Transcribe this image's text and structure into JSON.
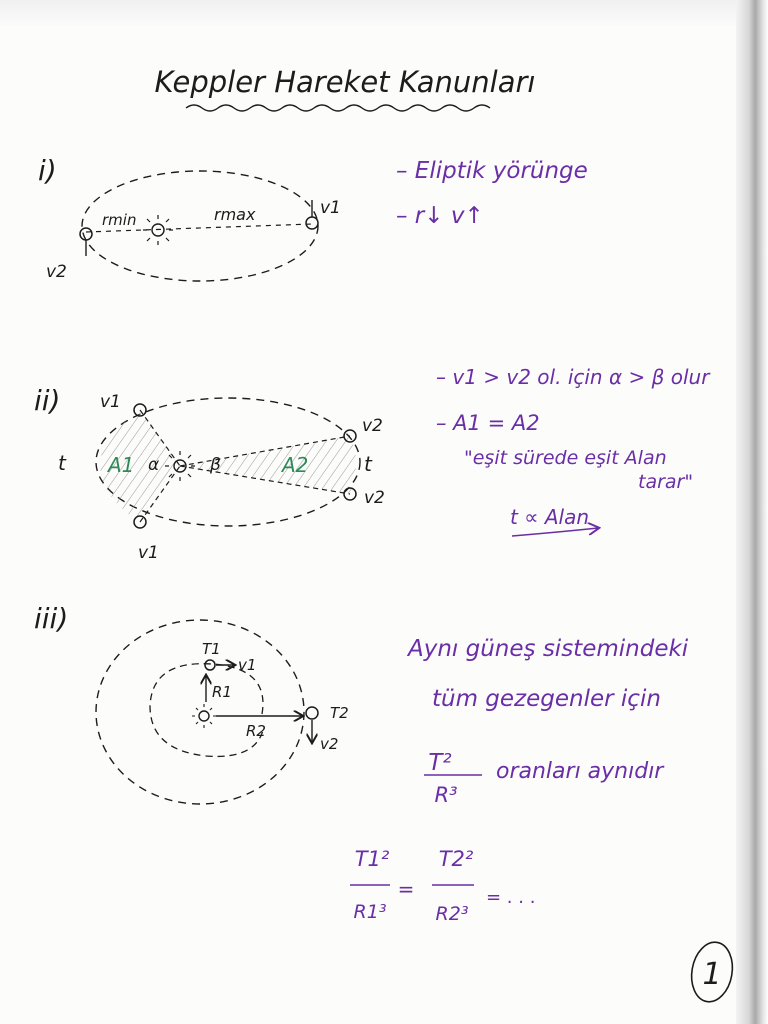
{
  "title": "Keppler Hareket Kanunları",
  "sections": {
    "s1": {
      "numeral": "i)",
      "labels": {
        "rmin": "rmin",
        "rmax": "rmax",
        "v1": "v1",
        "v2": "v2"
      },
      "notes": [
        "– Eliptik yörünge",
        "– r↓ v↑"
      ]
    },
    "s2": {
      "numeral": "ii)",
      "labels": {
        "v1_top": "v1",
        "v1_bottom": "v1",
        "v2_top": "v2",
        "v2_bottom": "v2",
        "t_left": "t",
        "t_right": "t",
        "a1": "A1",
        "a2": "A2",
        "alpha": "α",
        "beta": "β"
      },
      "notes": [
        "– v1 > v2 ol. için α > β olur",
        "– A1 = A2",
        "\"eşit sürede eşit Alan",
        "tarar\"",
        "t ∝ Alan"
      ]
    },
    "s3": {
      "numeral": "iii)",
      "labels": {
        "t1": "T1",
        "t2": "T2",
        "v1": "v1",
        "v2": "v2",
        "r1": "R1",
        "r2": "R2"
      },
      "notes": [
        "Aynı güneş sistemindeki",
        "tüm gezegenler için",
        "oranları aynıdır"
      ],
      "fraction": {
        "num": "T²",
        "den": "R³"
      },
      "equation": {
        "n1": "T1²",
        "d1": "R1³",
        "eq1": "=",
        "n2": "T2²",
        "d2": "R2³",
        "eq2": "= . . ."
      }
    }
  },
  "page_number": "1",
  "colors": {
    "ink": "#1c1c1c",
    "purple": "#6a2ea6",
    "green": "#2e8b57"
  }
}
